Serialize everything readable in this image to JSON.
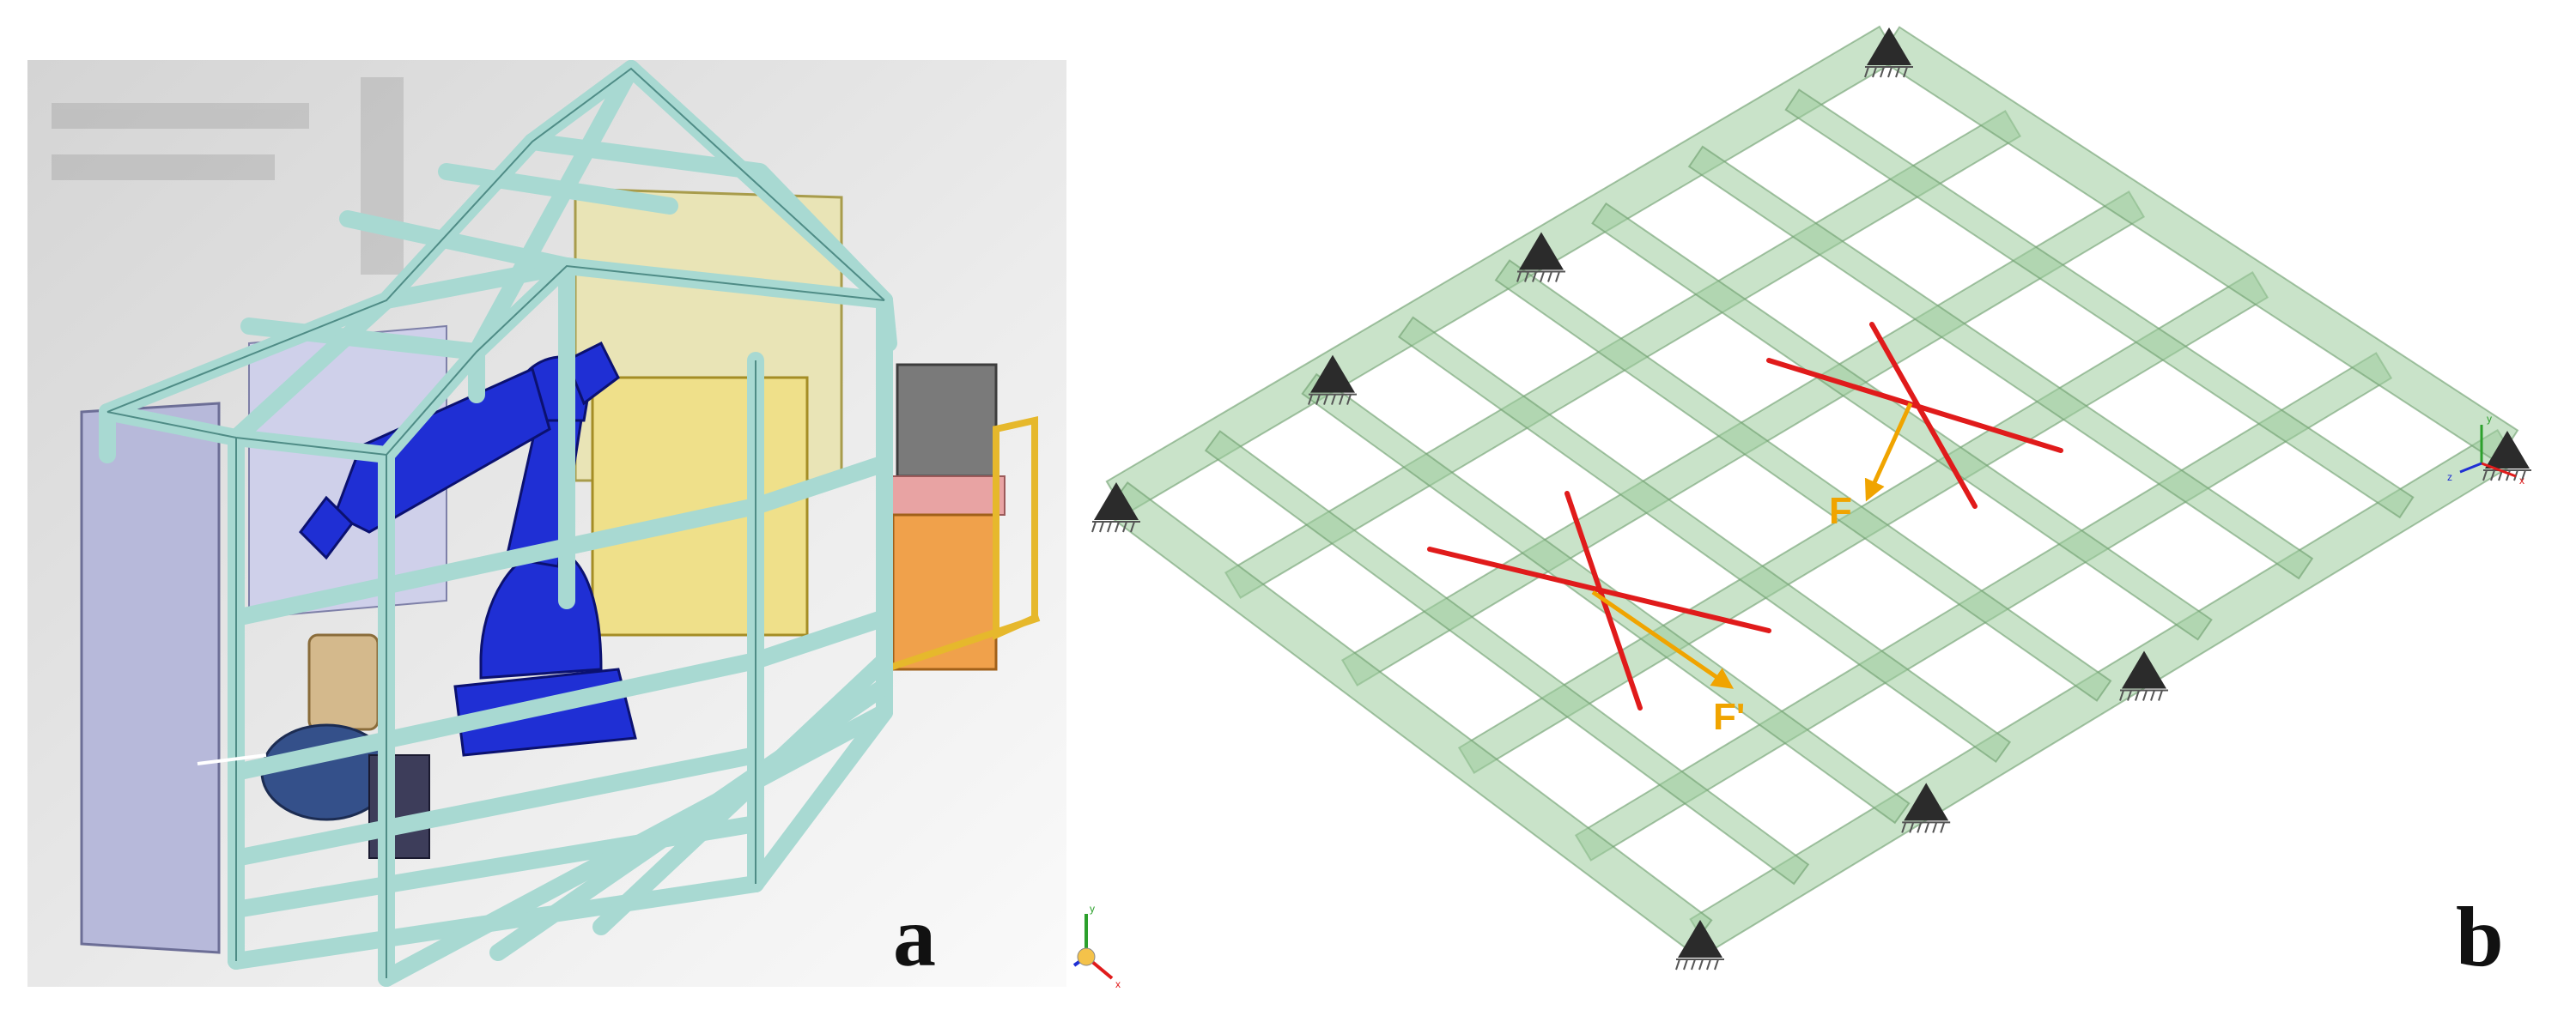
{
  "panels": {
    "a": {
      "label": "a"
    },
    "b": {
      "label": "b"
    }
  },
  "forces": [
    {
      "label": "F"
    },
    {
      "label": "F'"
    }
  ],
  "axis_triad": {
    "x": "x",
    "y": "y",
    "z": "z"
  },
  "colors": {
    "frame": "#a8d9d2",
    "frame_edge": "#4f8c86",
    "robot": "#1f2fd4",
    "enclosure_panel": "#b7b9da",
    "yellow_guard": "#e6b82c",
    "grid_beam": "#9ccc9c",
    "grid_edge": "#6d9d6d",
    "stress_line": "#e01b1b",
    "force_arrow": "#f0a400",
    "support": "#2b2b2b"
  }
}
